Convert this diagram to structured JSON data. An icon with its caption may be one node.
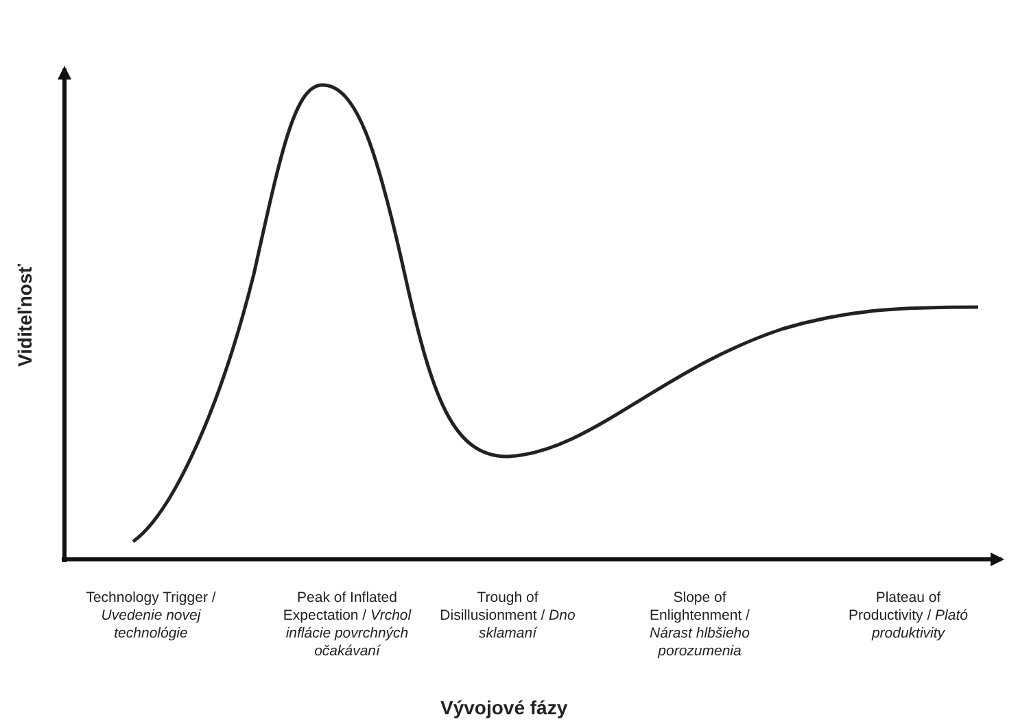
{
  "diagram": {
    "labels": [
      "Viditeľnosť",
      "Technology Trigger / *Uvedenie novej technológie*",
      "Peak of Inflated Expectation / *Vrchol inflácie povrchných očakávaní*",
      "Trough of Disillusionment / *Dno sklamaní*",
      "Slope of Enlightenment / *Nárast hlbšieho porozumenia*",
      "Plateau of Productivity / *Plató produktivity*",
      "Vývojové fázy"
    ]
  }
}
